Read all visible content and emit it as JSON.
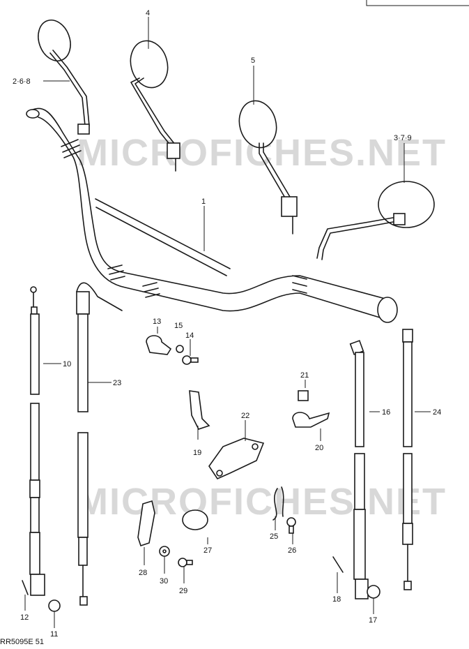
{
  "watermarks": [
    "MICROFICHES.NET",
    "MICROFICHES.NET"
  ],
  "figure_code": "RR5095E 51",
  "callouts": {
    "c1": "1",
    "c268": "2·6·8",
    "c4": "4",
    "c5": "5",
    "c379": "3·7·9",
    "c10": "10",
    "c11": "11",
    "c12": "12",
    "c13": "13",
    "c14": "14",
    "c15": "15",
    "c16": "16",
    "c17": "17",
    "c18": "18",
    "c19": "19",
    "c20": "20",
    "c21": "21",
    "c22": "22",
    "c23": "23",
    "c24": "24",
    "c25": "25",
    "c26": "26",
    "c27": "27",
    "c28": "28",
    "c29": "29",
    "c30": "30"
  }
}
